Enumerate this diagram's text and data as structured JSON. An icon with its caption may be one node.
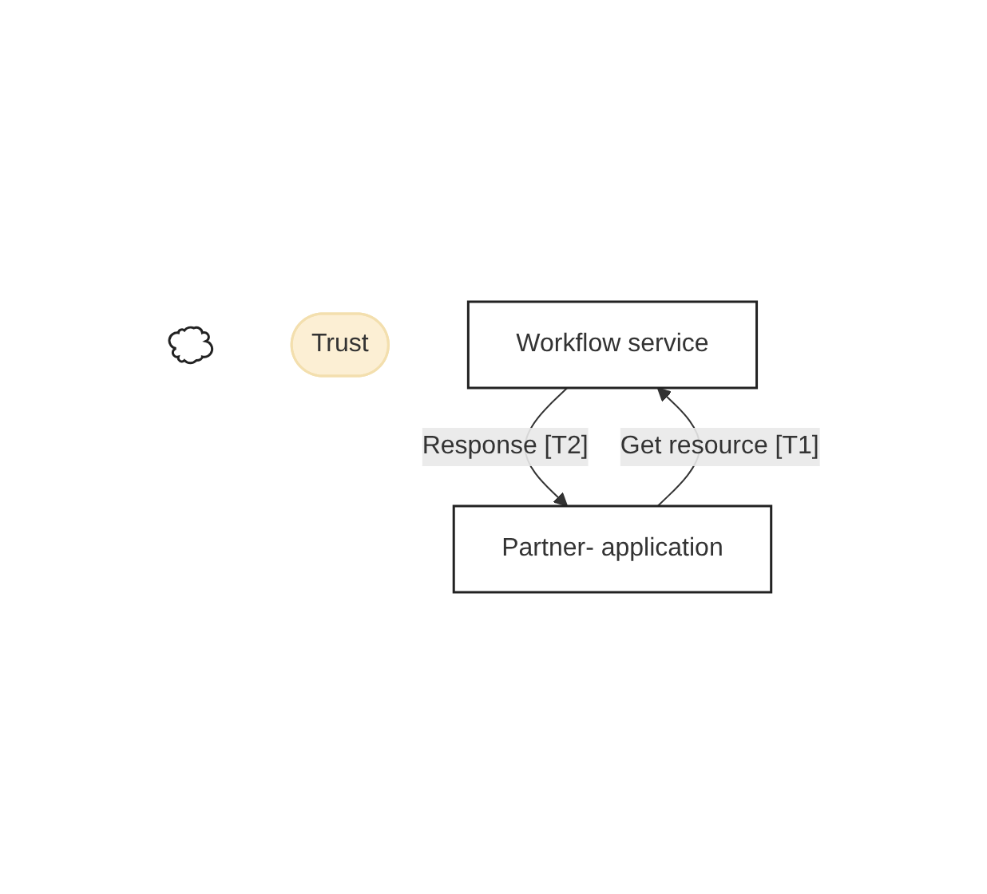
{
  "diagram": {
    "nodes": [
      {
        "text": [],
        "shape": "cloud"
      },
      {
        "text": [
          "Trust"
        ]
      },
      {
        "text": [
          "Workflow service"
        ]
      },
      {
        "text": [
          "Partner- application"
        ]
      }
    ],
    "edges": [
      {
        "from": 3,
        "to": 2,
        "arrow": "to",
        "label": "Get resource [T1]"
      },
      {
        "from": 2,
        "to": 3,
        "arrow": "to",
        "label": "Response [T2]"
      }
    ]
  }
}
